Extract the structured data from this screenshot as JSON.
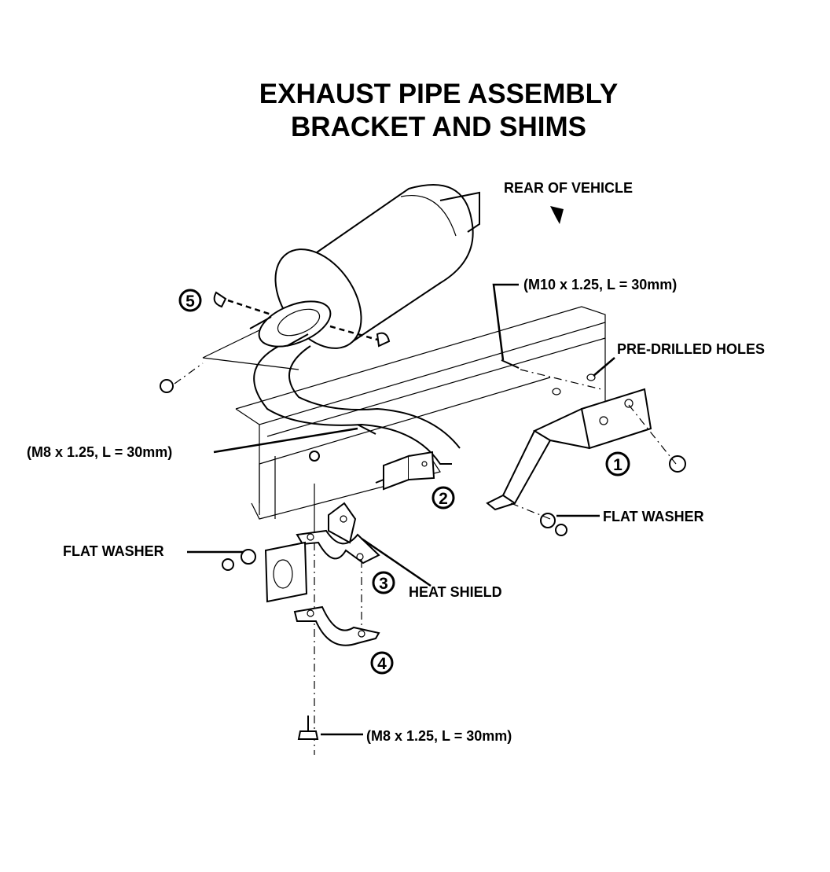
{
  "title": {
    "line1": "EXHAUST PIPE ASSEMBLY",
    "line2": "BRACKET AND SHIMS"
  },
  "labels": {
    "rear_of_vehicle": "REAR OF VEHICLE",
    "bolt_m10": "(M10 x 1.25, L =  30mm)",
    "pre_drilled_holes": "PRE-DRILLED HOLES",
    "bolt_m8_left": "(M8 x 1.25, L =  30mm)",
    "flat_washer_right": "FLAT WASHER",
    "flat_washer_left": "FLAT WASHER",
    "heat_shield": "HEAT SHIELD",
    "bolt_m8_bottom": "(M8 x 1.25, L =  30mm)"
  },
  "callouts": {
    "c1": "1",
    "c2": "2",
    "c3": "3",
    "c4": "4",
    "c5": "5"
  },
  "colors": {
    "ink": "#000000",
    "paper": "#ffffff"
  }
}
